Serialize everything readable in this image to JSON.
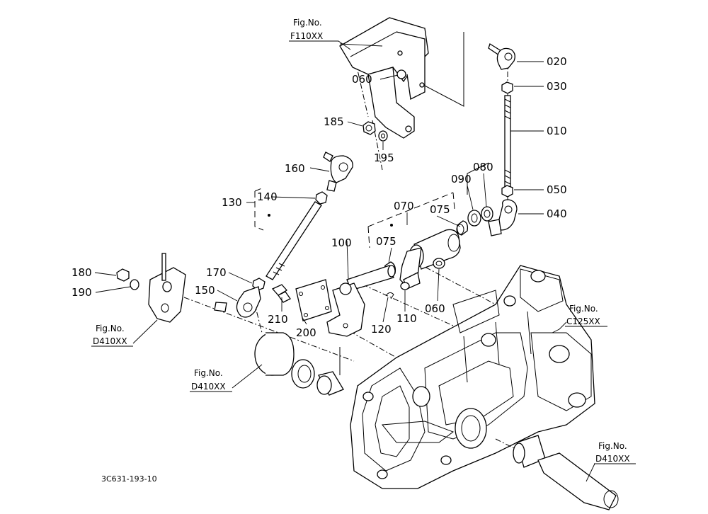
{
  "diagram": {
    "drawing_code": "3C631-193-10",
    "part_labels": [
      "020",
      "030",
      "010",
      "050",
      "040",
      "060",
      "185",
      "195",
      "160",
      "130",
      "140",
      "070",
      "075",
      "090",
      "080",
      "100",
      "075",
      "170",
      "150",
      "210",
      "200",
      "110",
      "120",
      "060",
      "180",
      "190"
    ],
    "fig_refs": [
      {
        "prefix": "Fig.No.",
        "code": "F110XX"
      },
      {
        "prefix": "Fig.No.",
        "code": "C125XX"
      },
      {
        "prefix": "Fig.No.",
        "code": "D410XX"
      },
      {
        "prefix": "Fig.No.",
        "code": "D410XX"
      },
      {
        "prefix": "Fig.No.",
        "code": "D410XX"
      }
    ]
  }
}
